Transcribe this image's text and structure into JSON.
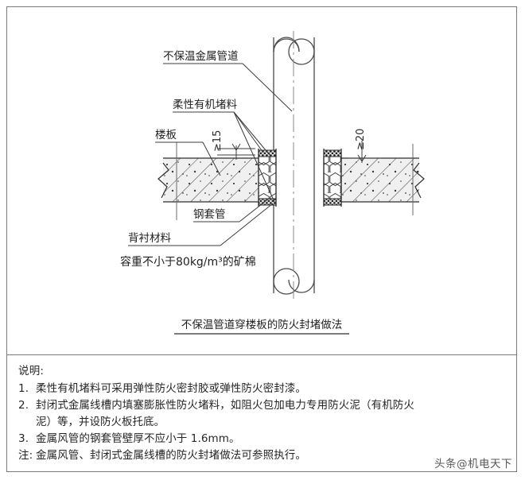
{
  "document": {
    "type": "construction-detail-drawing",
    "frame_border_color": "#7a7a7a",
    "background": "#ffffff"
  },
  "drawing": {
    "title": "不保温管道穿楼板的防火封堵做法",
    "labels": {
      "pipe": "不保温金属管道",
      "flexible_organic_sealant": "柔性有机堵料",
      "floor_slab": "楼板",
      "steel_sleeve": "钢套管",
      "backing_material": "背衬材料",
      "mineral_wool": "容重不小于80kg/m³的矿棉"
    },
    "dimensions": {
      "left": "≥15",
      "right": "≥20"
    },
    "colors": {
      "line": "#3c3c3c",
      "concrete_fill": "#efefef",
      "hatch": "#4a4a4a",
      "sleeve_dark": "#2b2b2b",
      "wool_fill": "#fbfbfb"
    }
  },
  "notes": {
    "heading": "说明:",
    "items": [
      {
        "num": "1.",
        "text": "柔性有机堵料可采用弹性防火密封胶或弹性防火密封漆。",
        "cont": ""
      },
      {
        "num": "2.",
        "text": "封闭式金属线槽内填塞膨胀性防火堵料，如阻火包加电力专用防火泥（有机防火",
        "cont": "泥）等，并设防火板托底。"
      },
      {
        "num": "3.",
        "text": "金属风管的钢套管壁厚不应小于 1.6mm。",
        "cont": ""
      },
      {
        "num": "注:",
        "text": "金属风管、封闭式金属线槽的防火封堵做法可参照执行。",
        "cont": ""
      }
    ]
  },
  "watermark": {
    "text": "头条@机电天下"
  }
}
